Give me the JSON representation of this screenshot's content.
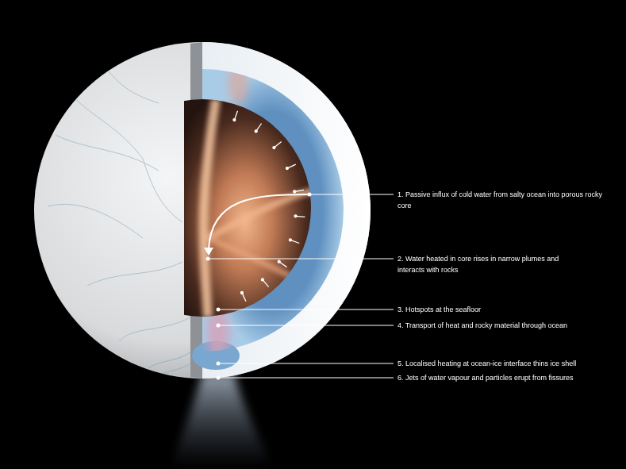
{
  "diagram": {
    "labels": [
      "1. Passive influx of cold water from salty ocean into porous rocky core",
      "2. Water heated in core rises in narrow plumes and interacts with rocks",
      "3. Hotspots at the seafloor",
      "4. Transport of heat and rocky material through ocean",
      "5. Localised heating at ocean-ice interface thins ice shell",
      "6. Jets of water vapour and particles erupt from fissures"
    ]
  }
}
